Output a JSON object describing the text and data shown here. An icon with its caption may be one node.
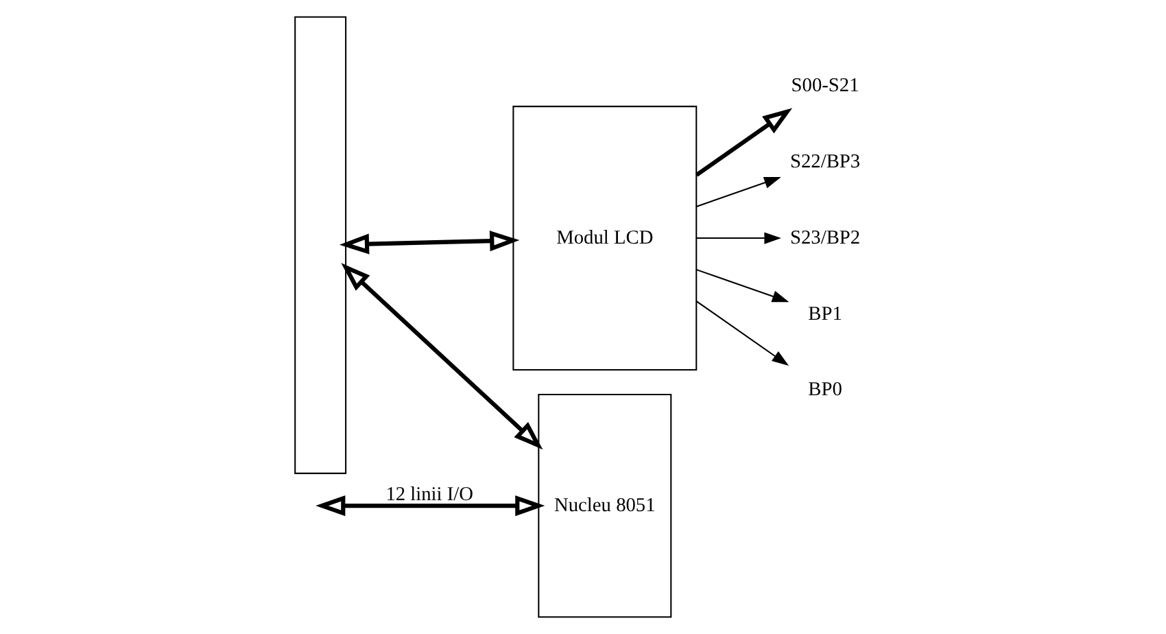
{
  "diagram": {
    "nodes": [
      {
        "text": [
          "Nucleu 8051"
        ]
      },
      {
        "text": [
          "Modul LCD"
        ]
      },
      {
        "text": [
          "S00-S21"
        ]
      },
      {
        "text": [
          "S22/BP3"
        ]
      },
      {
        "text": [
          "S23/BP2"
        ]
      },
      {
        "text": [
          "BP1"
        ]
      },
      {
        "text": [
          "BP0"
        ]
      },
      {
        "text": [],
        "shape": "bar"
      }
    ],
    "edges": [
      {
        "from": null,
        "to": 0,
        "arrow": "both",
        "style": "thick",
        "label": "12 linii I/O"
      },
      {
        "from": 1,
        "to": 2,
        "arrow": "to",
        "style": "thick"
      },
      {
        "from": 1,
        "to": 3,
        "arrow": "to"
      },
      {
        "from": 1,
        "to": 4,
        "arrow": "to"
      },
      {
        "from": 1,
        "to": 5,
        "arrow": "to"
      },
      {
        "from": 1,
        "to": 6,
        "arrow": "to"
      },
      {
        "from": 7,
        "to": 0,
        "arrow": "both",
        "style": "thick"
      },
      {
        "from": 7,
        "to": 1,
        "arrow": "both",
        "style": "thick"
      }
    ]
  }
}
